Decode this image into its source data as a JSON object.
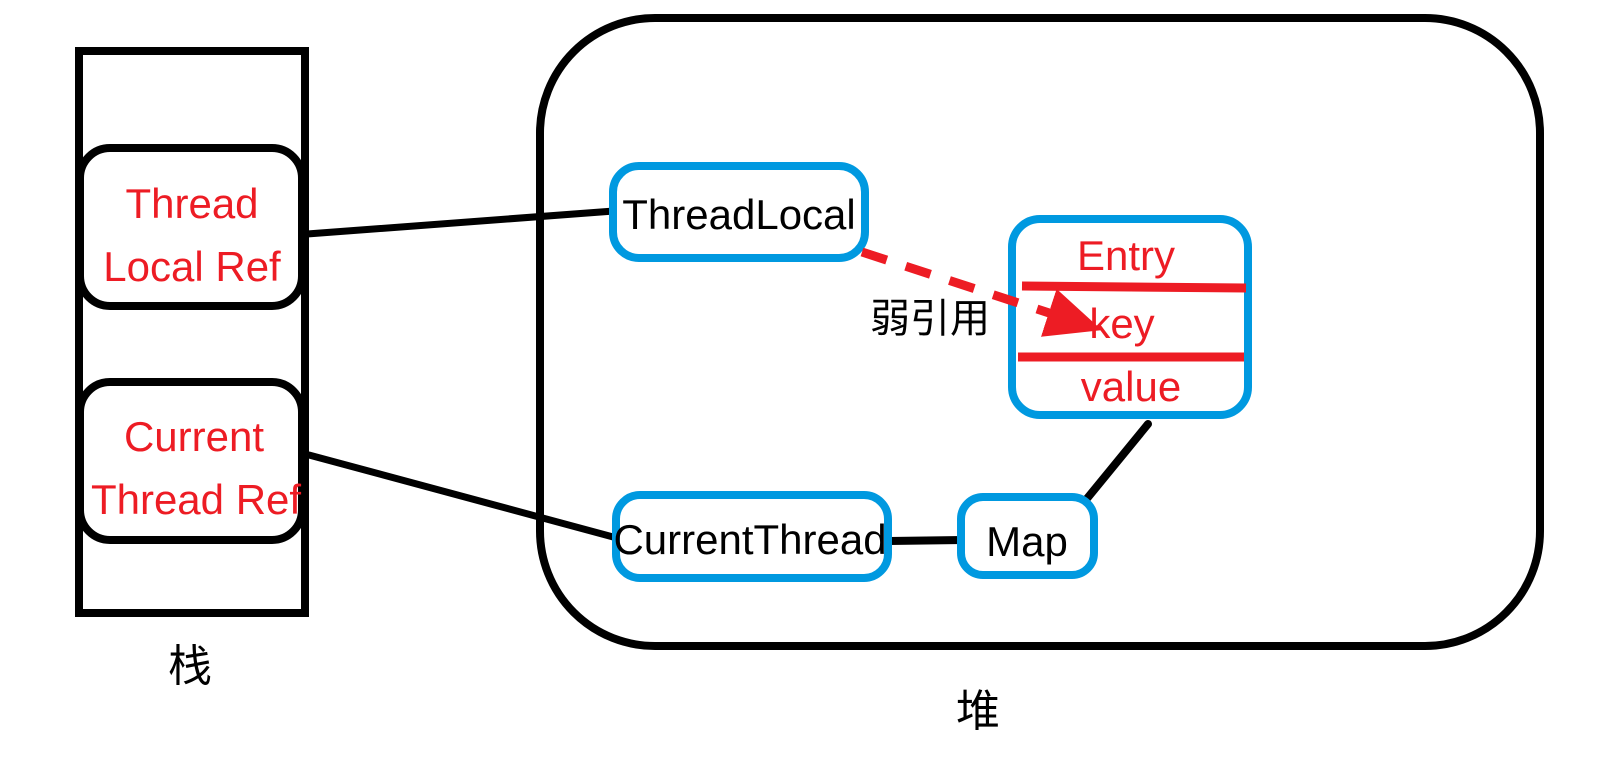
{
  "diagram": {
    "title_not_shown": "",
    "colors": {
      "stroke_black": "#000000",
      "box_blue": "#0099E0",
      "text_red": "#ED1C24",
      "background": "#FFFFFF"
    },
    "regions": [
      {
        "id": "stack",
        "label": "栈",
        "shape": "rectangle",
        "border_color": "#000000"
      },
      {
        "id": "heap",
        "label": "堆",
        "shape": "rounded-rectangle",
        "border_color": "#000000"
      }
    ],
    "stack_slots": [
      {
        "id": "thread-local-ref",
        "line1": "Thread",
        "line2": "Local Ref",
        "text_color": "#ED1C24",
        "border_color": "#000000"
      },
      {
        "id": "current-thread-ref",
        "line1": "Current",
        "line2": "Thread Ref",
        "text_color": "#ED1C24",
        "border_color": "#000000"
      }
    ],
    "heap_objects": [
      {
        "id": "threadlocal",
        "label": "ThreadLocal",
        "text_color": "#000000",
        "border_color": "#0099E0"
      },
      {
        "id": "currentthread",
        "label": "CurrentThread",
        "text_color": "#000000",
        "border_color": "#0099E0"
      },
      {
        "id": "map",
        "label": "Map",
        "text_color": "#000000",
        "border_color": "#0099E0"
      },
      {
        "id": "entry",
        "label": "Entry",
        "text_color": "#ED1C24",
        "border_color": "#0099E0",
        "divider_color": "#ED1C24",
        "fields": [
          {
            "id": "entry-key",
            "label": "key"
          },
          {
            "id": "entry-value",
            "label": "value"
          }
        ]
      }
    ],
    "edges": [
      {
        "id": "threadlocalref-to-threadlocal",
        "from": "thread-local-ref",
        "to": "threadlocal",
        "style": "solid",
        "color": "#000000",
        "label": ""
      },
      {
        "id": "currentthreadref-to-currentthread",
        "from": "current-thread-ref",
        "to": "currentthread",
        "style": "solid",
        "color": "#000000",
        "label": ""
      },
      {
        "id": "currentthread-to-map",
        "from": "currentthread",
        "to": "map",
        "style": "solid",
        "color": "#000000",
        "label": ""
      },
      {
        "id": "map-to-entry",
        "from": "map",
        "to": "entry",
        "style": "solid",
        "color": "#000000",
        "label": ""
      },
      {
        "id": "threadlocal-to-entry-key",
        "from": "threadlocal",
        "to": "entry-key",
        "style": "dashed-arrow",
        "color": "#ED1C24",
        "label": "弱引用"
      }
    ],
    "annotations": [
      {
        "id": "weak-reference-label",
        "text": "弱引用",
        "color": "#000000"
      },
      {
        "id": "stack-label",
        "text": "栈",
        "color": "#000000"
      },
      {
        "id": "heap-label",
        "text": "堆",
        "color": "#000000"
      }
    ]
  }
}
